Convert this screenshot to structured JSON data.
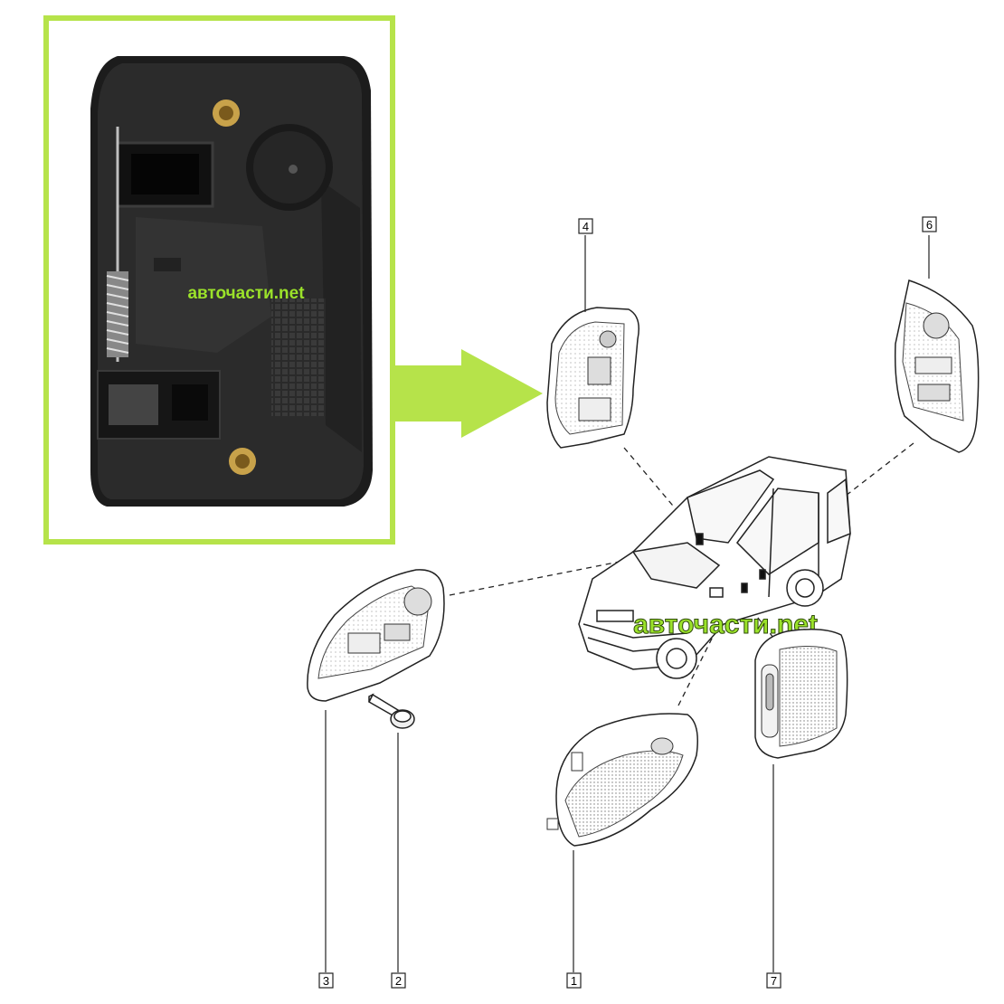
{
  "watermark": {
    "photo_text": "авточасти.net",
    "diagram_text": "авточасти.net"
  },
  "colors": {
    "highlight_border": "#b6e34a",
    "arrow_fill": "#b6e34a",
    "watermark_green": "#9be22a",
    "line": "#222222"
  },
  "callouts": {
    "c1": "1",
    "c2": "2",
    "c3": "3",
    "c4": "4",
    "c6": "6",
    "c7": "7"
  }
}
